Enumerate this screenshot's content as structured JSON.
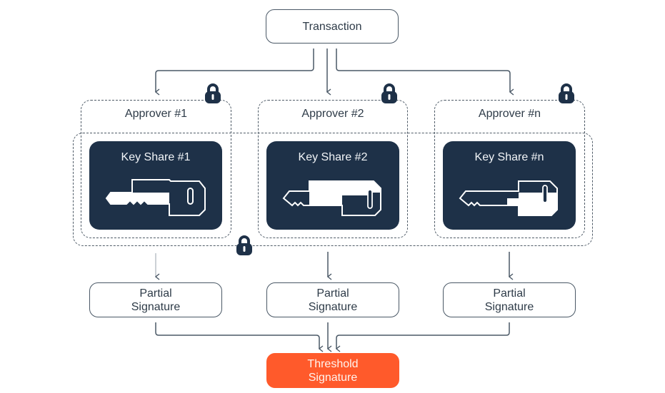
{
  "diagram": {
    "transaction": "Transaction",
    "approvers": [
      {
        "label": "Approver #1",
        "key_share": "Key Share #1",
        "partial": [
          "Partial",
          "Signature"
        ]
      },
      {
        "label": "Approver #2",
        "key_share": "Key Share #2",
        "partial": [
          "Partial",
          "Signature"
        ]
      },
      {
        "label": "Approver #n",
        "key_share": "Key Share #n",
        "partial": [
          "Partial",
          "Signature"
        ]
      }
    ],
    "threshold": [
      "Threshold",
      "Signature"
    ],
    "colors": {
      "line": "#4a5866",
      "card": "#1e3148",
      "accent": "#ff5a2b",
      "lock": "#1e3148"
    },
    "icons": [
      "lock-icon",
      "key-icon",
      "arrow-down-icon"
    ]
  }
}
